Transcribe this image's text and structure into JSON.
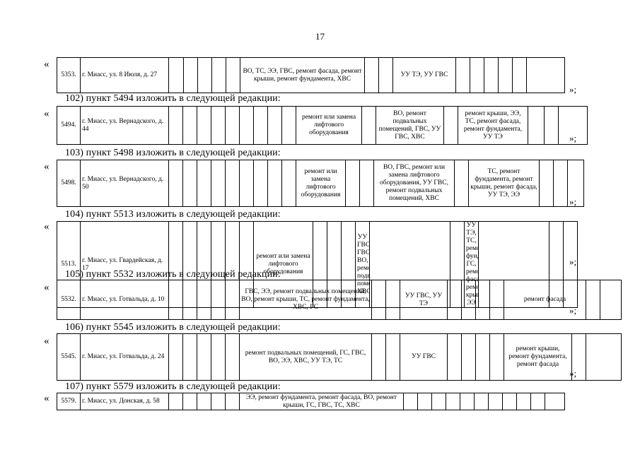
{
  "page_number": "17",
  "quote_open": "«",
  "quote_close": "»;",
  "rows": [
    {
      "heading": "",
      "num": "5353.",
      "address": "г. Миасс, ул. 8 Июля, д. 27",
      "cells": [
        "",
        "",
        "",
        "",
        "",
        "ВО, ТС, ЭЭ, ГВС, ремонт фасада, ремонт крыши, ремонт фундамента, ХВС",
        "",
        "",
        "УУ ТЭ, УУ ГВС",
        "",
        "",
        "",
        "",
        "",
        ""
      ]
    },
    {
      "heading": "102) пункт 5494 изложить в следующей редакции:",
      "num": "5494.",
      "address": "г. Миасс, ул. Вернадского, д. 44",
      "cells": [
        "",
        "",
        "",
        "",
        "",
        "",
        "",
        "",
        "",
        "ремонт или замена лифтового оборудования",
        "",
        "ВО, ремонт подвальных помещений, ГВС, УУ ГВС, ХВС",
        "",
        "ремонт крыши, ЭЭ, ТС, ремонт фасада, ремонт фундамента, УУ ТЭ",
        "",
        "",
        ""
      ]
    },
    {
      "heading": "103) пункт 5498 изложить в следующей редакции:",
      "num": "5498.",
      "address": "г. Миасс, ул. Вернадского, д. 50",
      "cells": [
        "",
        "",
        "",
        "",
        "",
        "",
        "",
        "",
        "",
        "ремонт или замена лифтового оборудования",
        "",
        "",
        "ВО, ГВС, ремонт или замена лифтового оборудования, УУ ГВС, ремонт подвальных помещений, ХВС",
        "",
        "ТС, ремонт фундамента, ремонт крыши, ремонт фасада, УУ ТЭ, ЭЭ",
        "",
        "",
        ""
      ]
    },
    {
      "heading": "104) пункт 5513 изложить в следующей редакции:",
      "num": "5513.",
      "address": "г. Миасс, ул. Гвардейская, д. 17",
      "cells": [
        "",
        "",
        "",
        "",
        "",
        "",
        "ремонт или замена лифтового оборудования",
        "",
        "",
        "",
        "УУ ГВС, ГВС, ВО, ремонт подвальных помещений, ХВС",
        "",
        "",
        "УУ ТЭ, ТС, ремонт фундамента, ГС, ремонт фасада, ремонт крыши, ЭЭ",
        "",
        "",
        ""
      ]
    },
    {
      "heading": "105) пункт 5532 изложить в следующей редакции:",
      "num": "5532.",
      "address": "г. Миасс, ул. Готвальда, д. 10",
      "cells": [
        "",
        "",
        "",
        "",
        "",
        "ГВС, ЭЭ, ремонт подвальных помещений, ВО, ремонт крыши, ТС, ремонт фундамента, ХВС, ГС",
        "",
        "",
        "УУ ГВС, УУ ТЭ",
        "",
        "",
        "",
        "",
        "ремонт фасада",
        "",
        ""
      ]
    },
    {
      "heading": "106) пункт 5545 изложить в следующей редакции:",
      "num": "5545.",
      "address": "г. Миасс, ул. Готвальда, д. 24",
      "cells": [
        "",
        "",
        "",
        "",
        "",
        "ремонт подвальных помещений, ГС, ГВС, ВО, ЭЭ, ХВС, УУ ТЭ, ТС",
        "",
        "",
        "УУ ГВС",
        "",
        "",
        "",
        "",
        "ремонт крыши, ремонт фундамента, ремонт фасада",
        "",
        ""
      ]
    },
    {
      "heading": "107) пункт 5579 изложить в следующей редакции:",
      "num": "5579.",
      "address": "г. Миасс, ул. Донская, д. 58",
      "cells": [
        "",
        "",
        "",
        "",
        "",
        "ЭЭ, ремонт фундамента, ремонт фасада, ВО, ремонт крыши, ГС, ГВС, ТС, ХВС",
        "",
        "",
        "",
        "",
        "",
        "",
        "",
        "",
        "",
        "",
        ""
      ]
    }
  ]
}
